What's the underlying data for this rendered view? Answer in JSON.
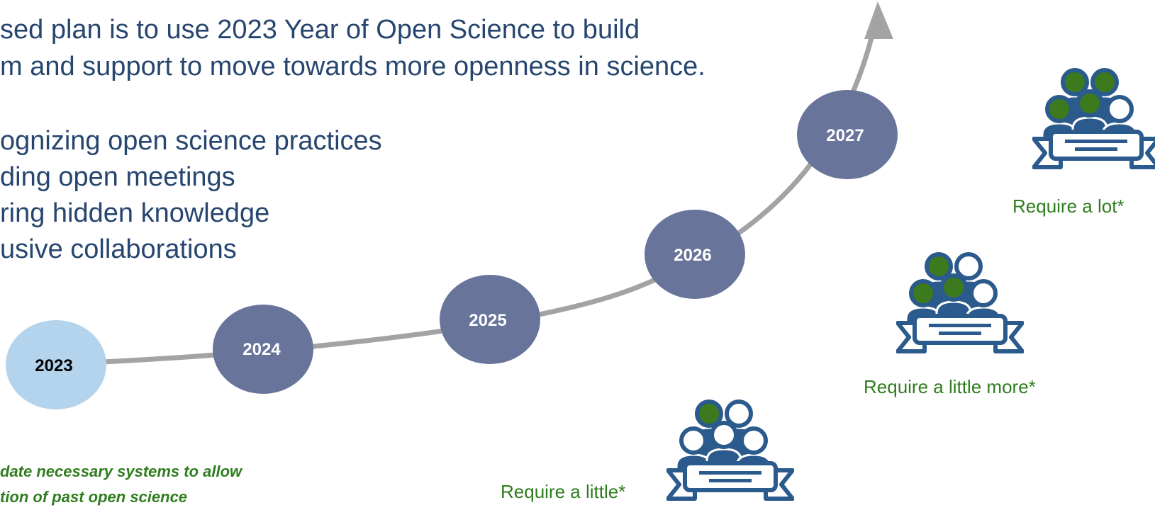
{
  "headline": {
    "line1": "sed plan is to use 2023 Year of Open Science to build",
    "line2": "m and support to move towards more openness in science."
  },
  "bullets": [
    "ognizing open science practices",
    "ding open meetings",
    "ring hidden knowledge",
    "usive collaborations"
  ],
  "timeline": {
    "years": [
      "2023",
      "2024",
      "2025",
      "2026",
      "2027"
    ],
    "current_color": "#b3d4ec",
    "future_color": "#69749b",
    "path_color": "#a3a3a3"
  },
  "requirements": [
    {
      "label": "Require a little*",
      "filled": 1
    },
    {
      "label": "Require a little more*",
      "filled": 3
    },
    {
      "label": "Require a lot*",
      "filled": 4
    }
  ],
  "footnote": {
    "line1": "date necessary systems to allow",
    "line2": "tion of past open science"
  },
  "colors": {
    "text_blue": "#27466f",
    "icon_blue": "#2b5a8c",
    "filled_head": "#3d7a1e",
    "label_green": "#2f7d1e"
  }
}
